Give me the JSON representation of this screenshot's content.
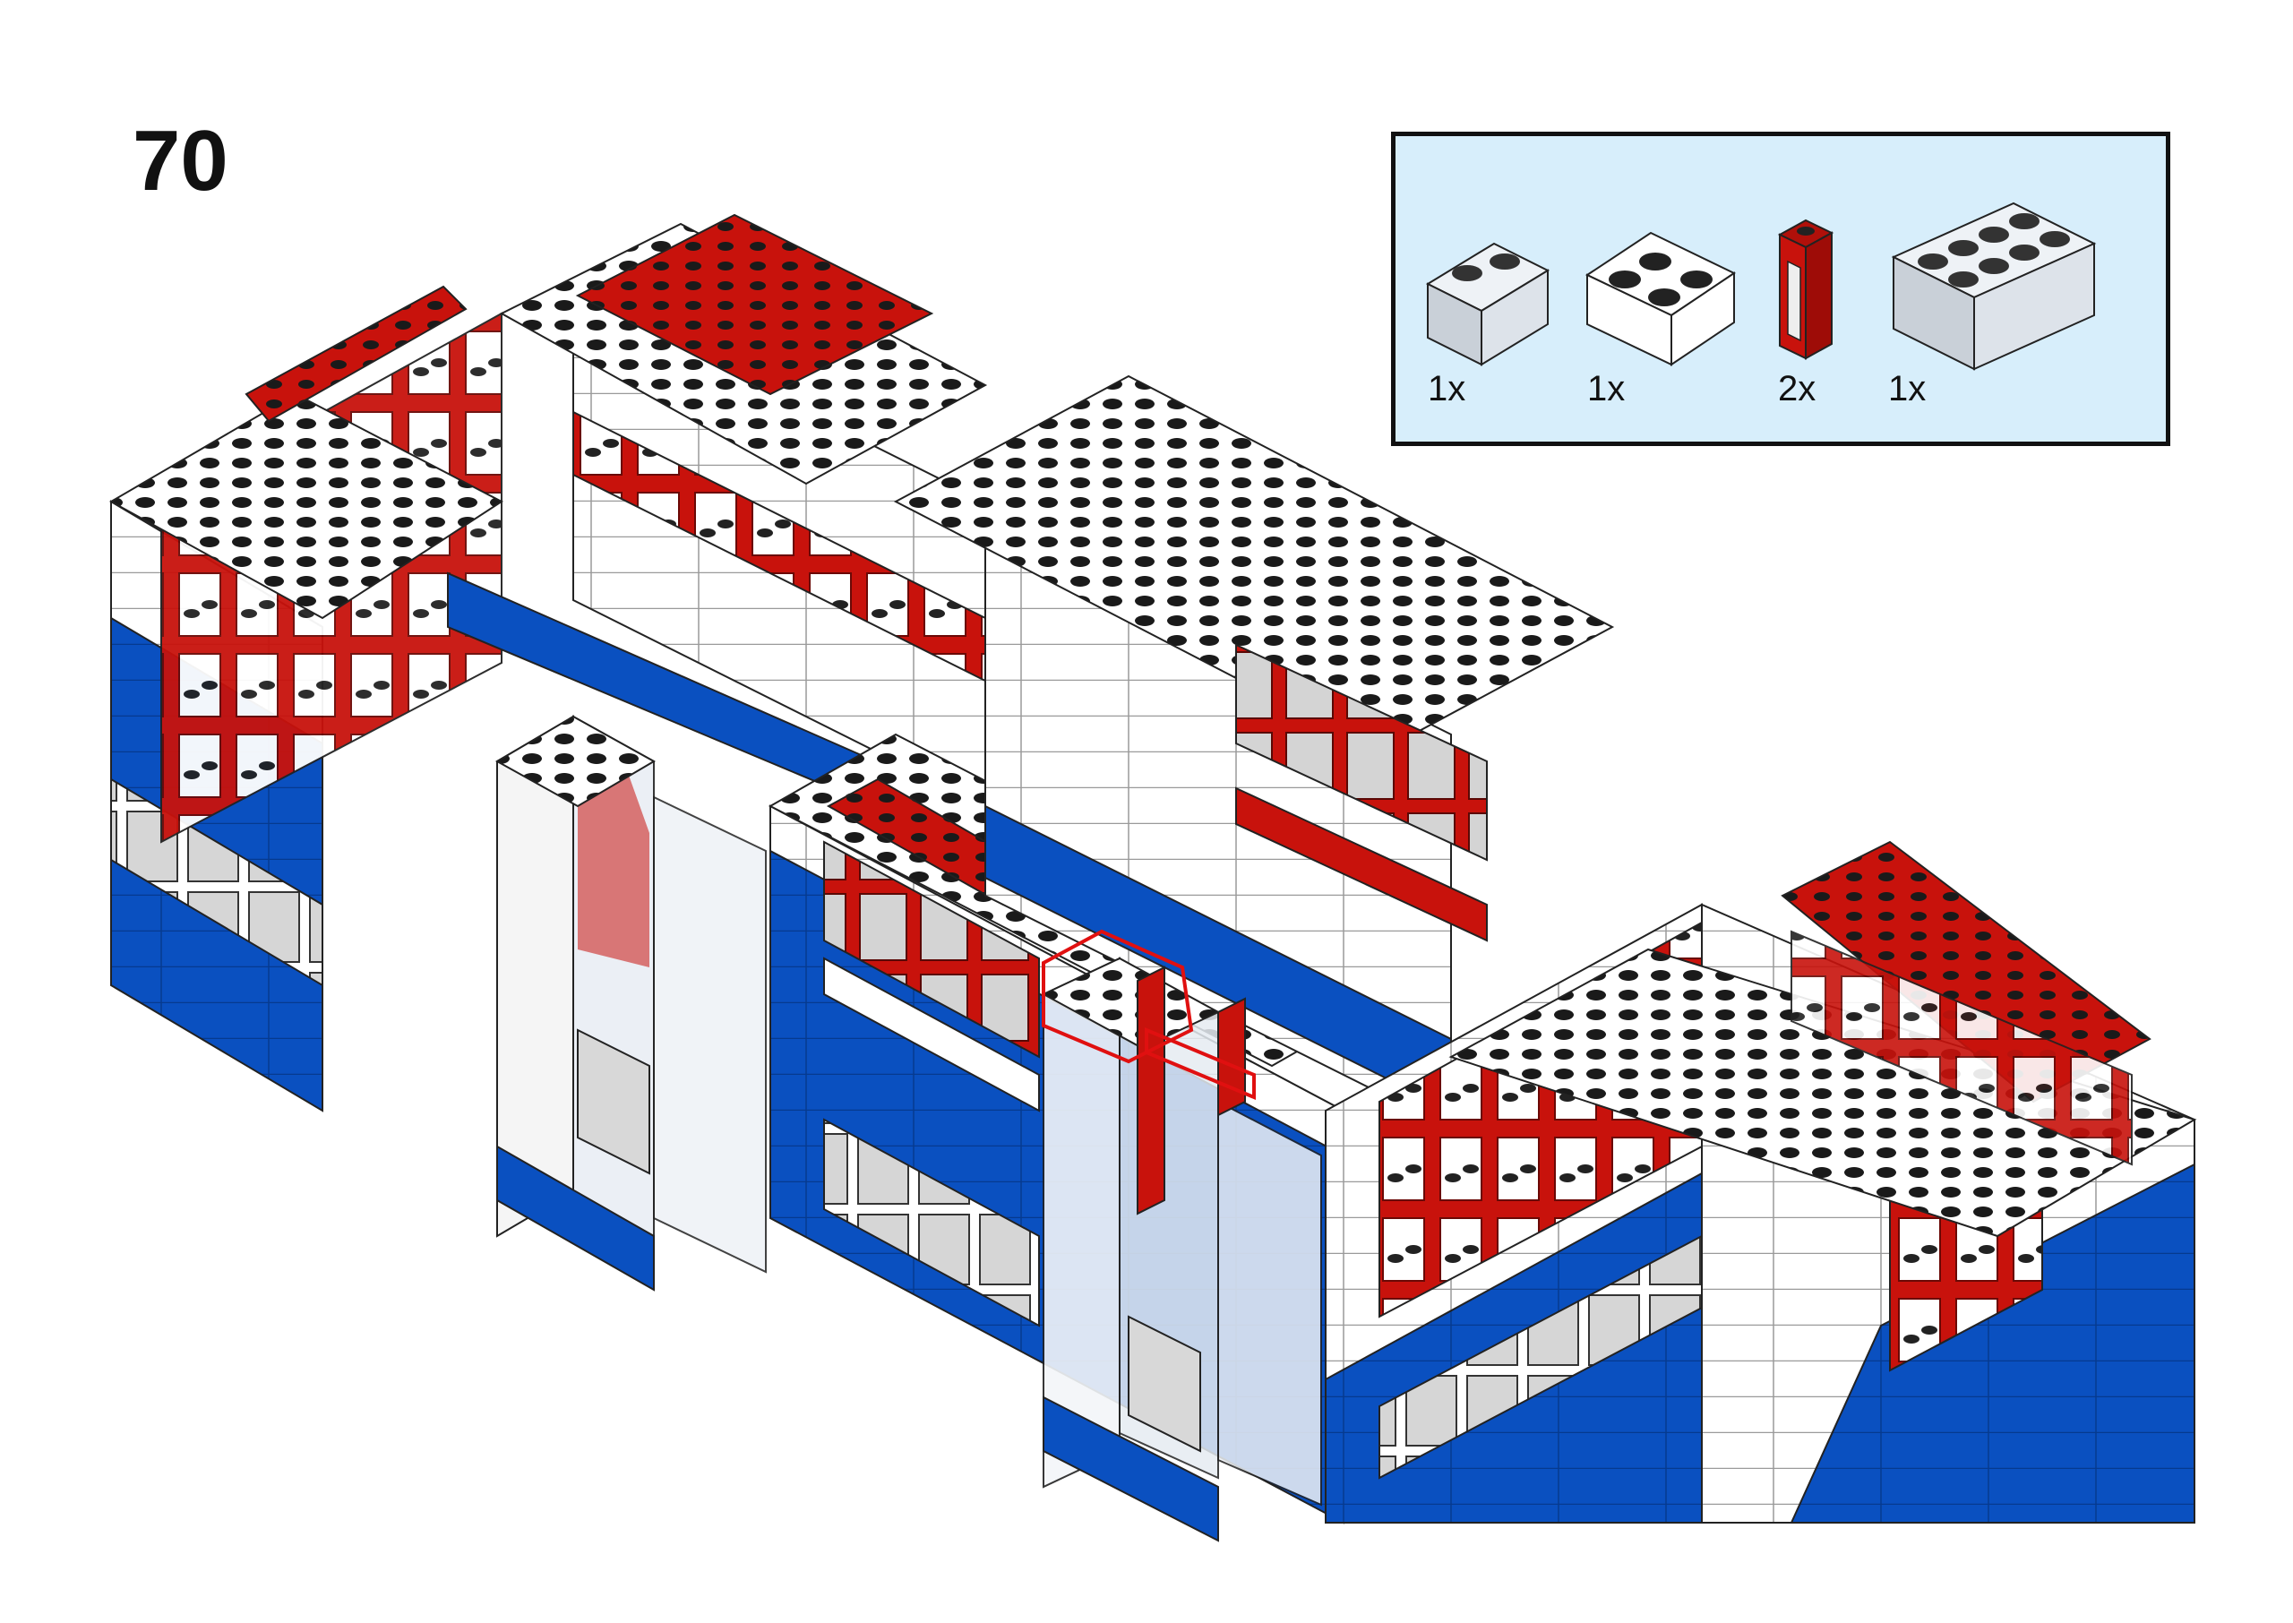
{
  "step": {
    "number": "70"
  },
  "parts_list": {
    "items": [
      {
        "quantity": "1x",
        "part": "trans-clear-1x2-brick-icon"
      },
      {
        "quantity": "1x",
        "part": "white-2x2-brick-icon"
      },
      {
        "quantity": "2x",
        "part": "red-1x1x3-window-frame-icon"
      },
      {
        "quantity": "1x",
        "part": "trans-clear-2x4-brick-icon"
      }
    ]
  },
  "colors": {
    "background": "#ffffff",
    "parts_panel": "#d7eefb",
    "brick_blue": "#0a50c0",
    "brick_white": "#ffffff",
    "brick_red": "#c8120c",
    "trans_clear": "#dfe6ee",
    "outline": "#111111"
  }
}
